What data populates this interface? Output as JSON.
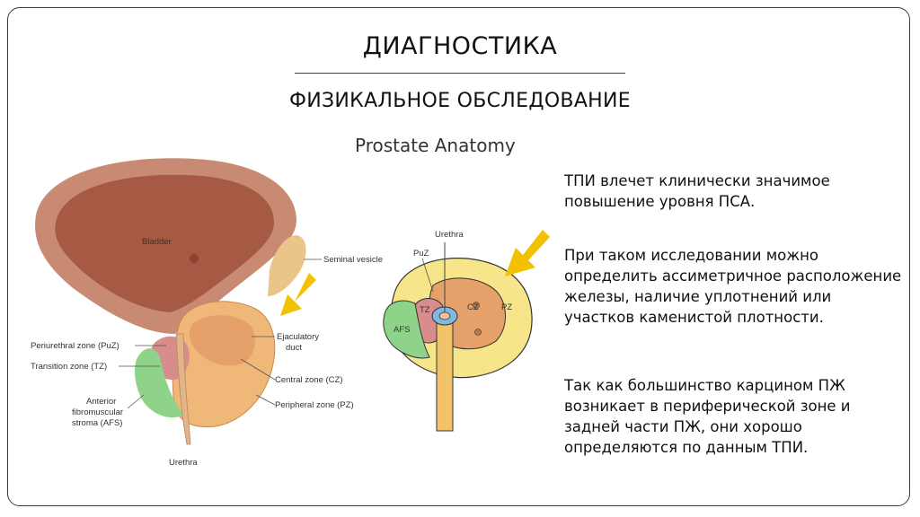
{
  "slide": {
    "title": "ДИАГНОСТИКА",
    "subtitle": "ФИЗИКАЛЬНОЕ ОБСЛЕДОВАНИЕ",
    "figure_title": "Prostate Anatomy",
    "paragraphs": [
      "ТПИ влечет клинически значимое повышение уровня ПСА.",
      "При таком исследовании можно определить ассиметричное расположение железы, наличие уплотнений или участков каменистой плотности.",
      "Так как большинство карцином ПЖ возникает в периферической зоне и задней части ПЖ, они хорошо определяются по данным ТПИ."
    ]
  },
  "left_figure": {
    "labels": {
      "bladder": "Bladder",
      "seminal_vesicle": "Seminal vesicle",
      "ejaculatory_duct_1": "Ejaculatory",
      "ejaculatory_duct_2": "duct",
      "puz": "Periurethral zone (PuZ)",
      "tz": "Transition zone (TZ)",
      "afs_1": "Anterior",
      "afs_2": "fibromuscular",
      "afs_3": "stroma (AFS)",
      "cz": "Central zone (CZ)",
      "pz": "Peripheral zone (PZ)",
      "urethra": "Urethra"
    }
  },
  "right_figure": {
    "labels": {
      "urethra": "Urethra",
      "puz": "PuZ",
      "tz": "TZ",
      "cz": "CZ",
      "pz": "PZ",
      "afs": "AFS"
    }
  },
  "colors": {
    "arrow": "#f2c200",
    "bladder": "#b5694f",
    "prostate_outer": "#f0b878",
    "central_zone": "#e6a06a",
    "transition_zone": "#d98c8c",
    "afs": "#8fd38a",
    "peripheral_zone": "#f7e58a"
  }
}
